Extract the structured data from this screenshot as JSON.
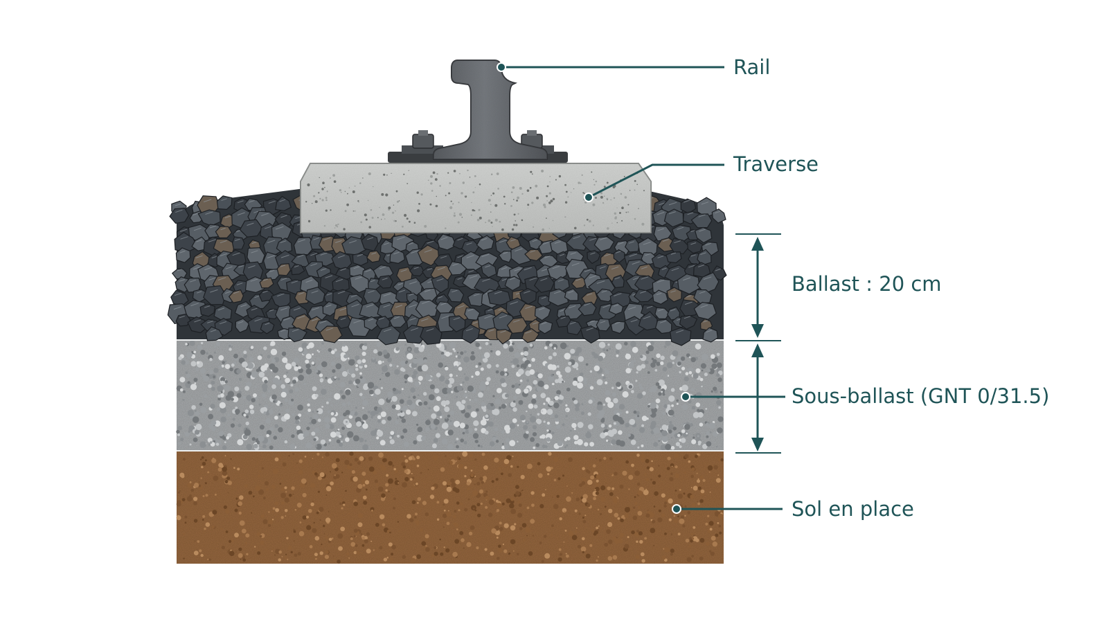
{
  "diagram": {
    "colors": {
      "accent": "#1f5457",
      "rail": "#5d6064",
      "sleeper": "#c9cbc9",
      "ballast": "#454b52",
      "sub_ballast": "#a6a9ab",
      "soil": "#94663e"
    },
    "labels": {
      "rail": "Rail",
      "sleeper": "Traverse",
      "ballast": "Ballast : 20 cm",
      "sub_ballast": "Sous-ballast (GNT 0/31.5)",
      "soil": "Sol en place"
    }
  }
}
